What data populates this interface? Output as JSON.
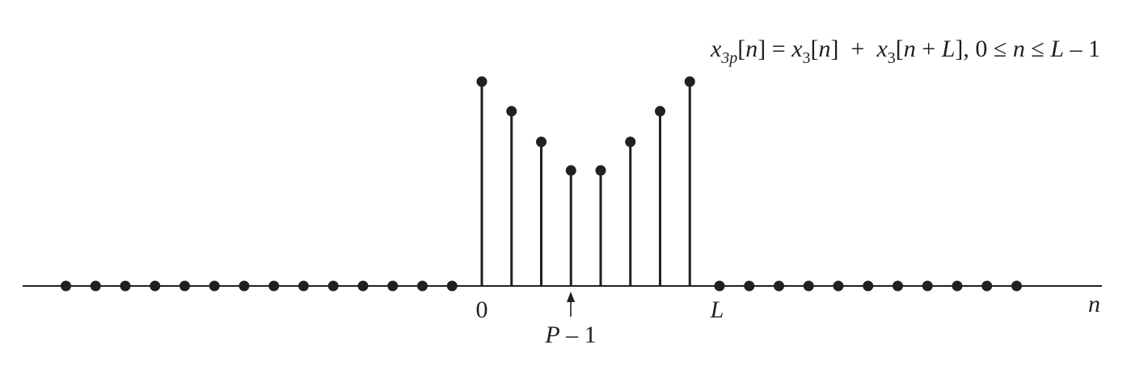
{
  "chart_data": {
    "type": "stem",
    "title": "",
    "xlabel": "n",
    "ylabel": "",
    "grid": false,
    "legend": "none",
    "annotation": {
      "equation_left": "x",
      "equation_left_sub": "3p",
      "equation_rest_1": "[",
      "equation_n1": "n",
      "equation_rest_2": "] = ",
      "equation_x2": "x",
      "equation_x2_sub": "3",
      "equation_rest_3": "[",
      "equation_n2": "n",
      "equation_rest_4": "]  +  ",
      "equation_x3": "x",
      "equation_x3_sub": "3",
      "equation_rest_5": "[",
      "equation_n3": "n",
      "equation_rest_6": " + ",
      "equation_L1": "L",
      "equation_rest_7": "], 0 ≤ ",
      "equation_n4": "n",
      "equation_rest_8": " ≤ ",
      "equation_L2": "L",
      "equation_rest_9": " – 1"
    },
    "tick_labels": {
      "zero": "0",
      "L": "L",
      "P_minus_1_P": "P",
      "P_minus_1_rest": " – 1"
    },
    "x": [
      -14,
      -13,
      -12,
      -11,
      -10,
      -9,
      -8,
      -7,
      -6,
      -5,
      -4,
      -3,
      -2,
      -1,
      0,
      1,
      2,
      3,
      4,
      5,
      6,
      7,
      8,
      9,
      10,
      11,
      12,
      13,
      14,
      15,
      16,
      17,
      18
    ],
    "values": [
      0,
      0,
      0,
      0,
      0,
      0,
      0,
      0,
      0,
      0,
      0,
      0,
      0,
      0,
      1,
      0.855,
      0.705,
      0.565,
      0.565,
      0.705,
      0.855,
      1,
      0,
      0,
      0,
      0,
      0,
      0,
      0,
      0,
      0,
      0,
      0
    ],
    "ylim": [
      0,
      1
    ],
    "L": 8,
    "P_minus_1": 3
  }
}
